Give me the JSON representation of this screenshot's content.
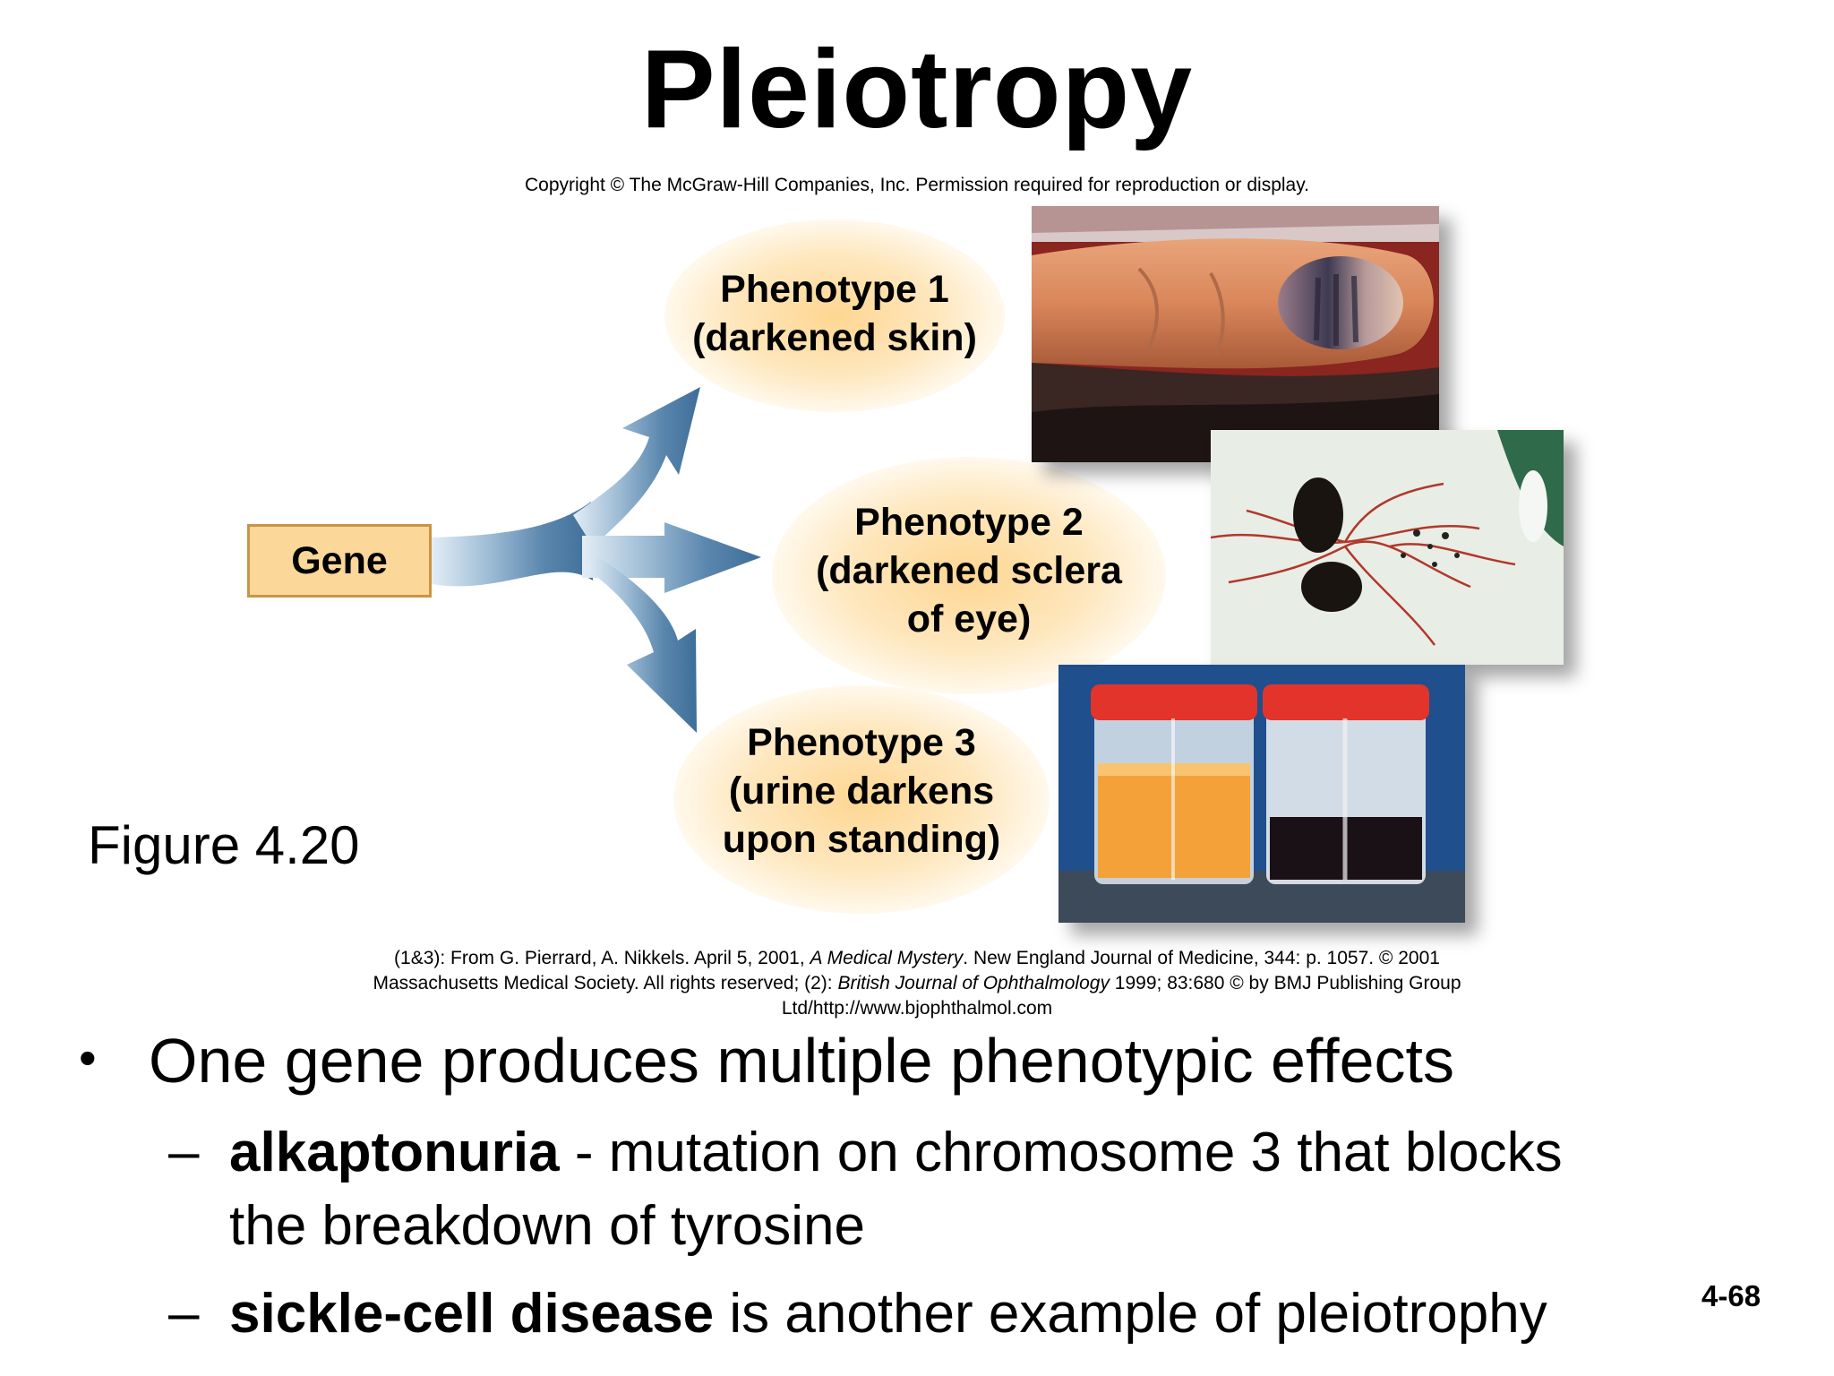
{
  "slide": {
    "title": "Pleiotropy",
    "copyright": "Copyright © The McGraw-Hill Companies, Inc. Permission required for reproduction or display.",
    "figure_label": "Figure 4.20",
    "slide_number": "4-68"
  },
  "diagram": {
    "gene_label": "Gene",
    "phenotypes": [
      {
        "lines": [
          "Phenotype 1",
          "(darkened skin)"
        ]
      },
      {
        "lines": [
          "Phenotype 2",
          "(darkened sclera",
          "of eye)"
        ]
      },
      {
        "lines": [
          "Phenotype 3",
          "(urine darkens",
          "upon standing)"
        ]
      }
    ],
    "arrow_color": "#3d6e98",
    "box_fill": "#fbd79a"
  },
  "credit": {
    "line1_prefix": "(1&3): From G. Pierrard, A. Nikkels. April 5, 2001,  ",
    "line1_italic": "A Medical Mystery",
    "line1_suffix": ". New England Journal of Medicine, 344: p. 1057. © 2001",
    "line2_prefix": "Massachusetts Medical Society. All rights reserved; (2): ",
    "line2_italic": "British Journal of Ophthalmology",
    "line2_suffix": " 1999; 83:680 © by BMJ Publishing Group",
    "line3": "Ltd/http://www.bjophthalmol.com"
  },
  "bullets": {
    "dot": "•",
    "main": "One gene produces multiple phenotypic effects",
    "dash": "–",
    "sub1_bold": "alkaptonuria",
    "sub1_rest": " - mutation on chromosome 3 that blocks",
    "sub1_line2": "the breakdown of tyrosine",
    "sub2_bold": "sickle-cell disease",
    "sub2_rest": " is another example of pleiotrophy"
  }
}
